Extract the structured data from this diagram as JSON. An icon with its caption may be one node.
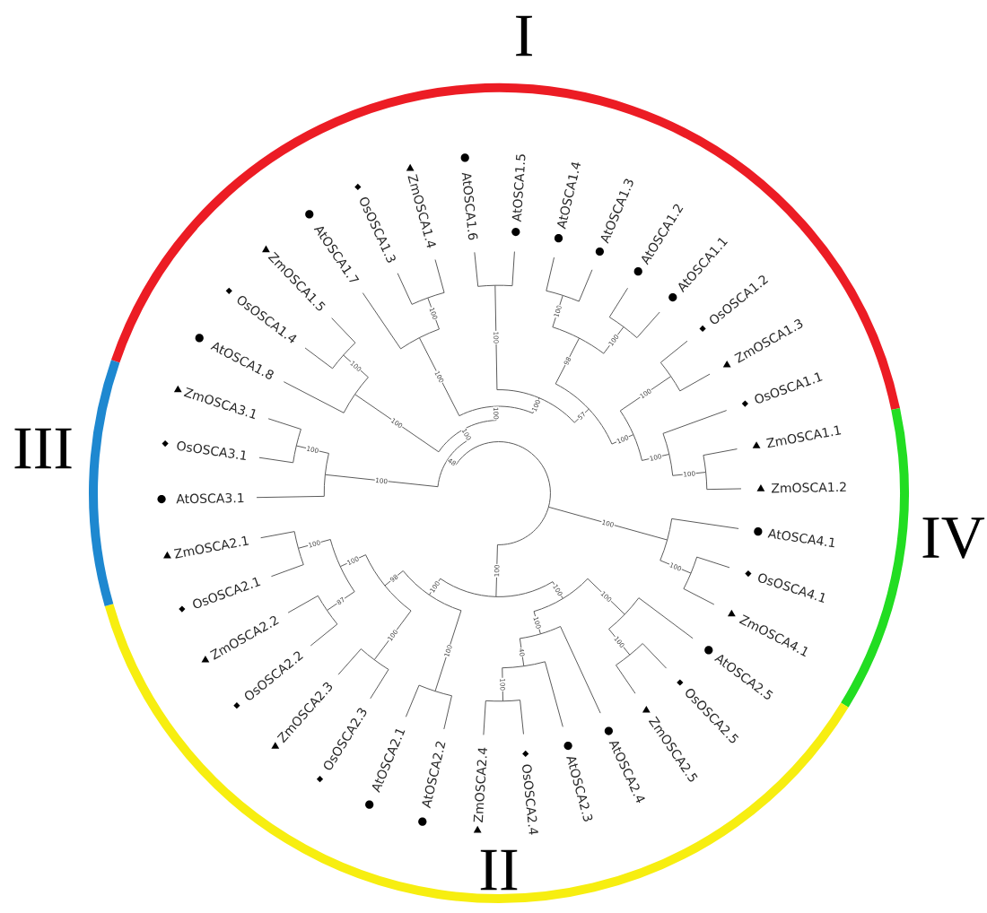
{
  "diagram": {
    "labels": [
      "I",
      "III",
      "IV",
      "II",
      "AtOSCA3.1",
      "OsOSCA3.1",
      "ZmOSCA3.1",
      "AtOSCA1.8",
      "OsOSCA1.4",
      "ZmOSCA1.5",
      "AtOSCA1.7",
      "OsOSCA1.3",
      "ZmOSCA1.4",
      "AtOSCA1.6",
      "AtOSCA1.5",
      "AtOSCA1.4",
      "AtOSCA1.3",
      "AtOSCA1.2",
      "AtOSCA1.1",
      "OsOSCA1.2",
      "ZmOSCA1.3",
      "OsOSCA1.1",
      "ZmOSCA1.1",
      "ZmOSCA1.2",
      "AtOSCA4.1",
      "OsOSCA4.1",
      "ZmOSCA4.1",
      "AtOSCA2.5",
      "OsOSCA2.5",
      "ZmOSCA2.5",
      "AtOSCA2.4",
      "AtOSCA2.3",
      "OsOSCA2.4",
      "ZmOSCA2.4",
      "AtOSCA2.2",
      "AtOSCA2.1",
      "OsOSCA2.3",
      "ZmOSCA2.3",
      "OsOSCA2.2",
      "ZmOSCA2.2",
      "OsOSCA2.1",
      "ZmOSCA2.1",
      "100",
      "100",
      "100",
      "100",
      "100",
      "100",
      "100",
      "100",
      "100",
      "98",
      "100",
      "100",
      "100",
      "100",
      "57",
      "100",
      "100",
      "100",
      "48",
      "100",
      "100",
      "100",
      "100",
      "100",
      "40",
      "100",
      "100",
      "100",
      "100",
      "87",
      "100",
      "100",
      "98",
      "100",
      "100"
    ]
  }
}
